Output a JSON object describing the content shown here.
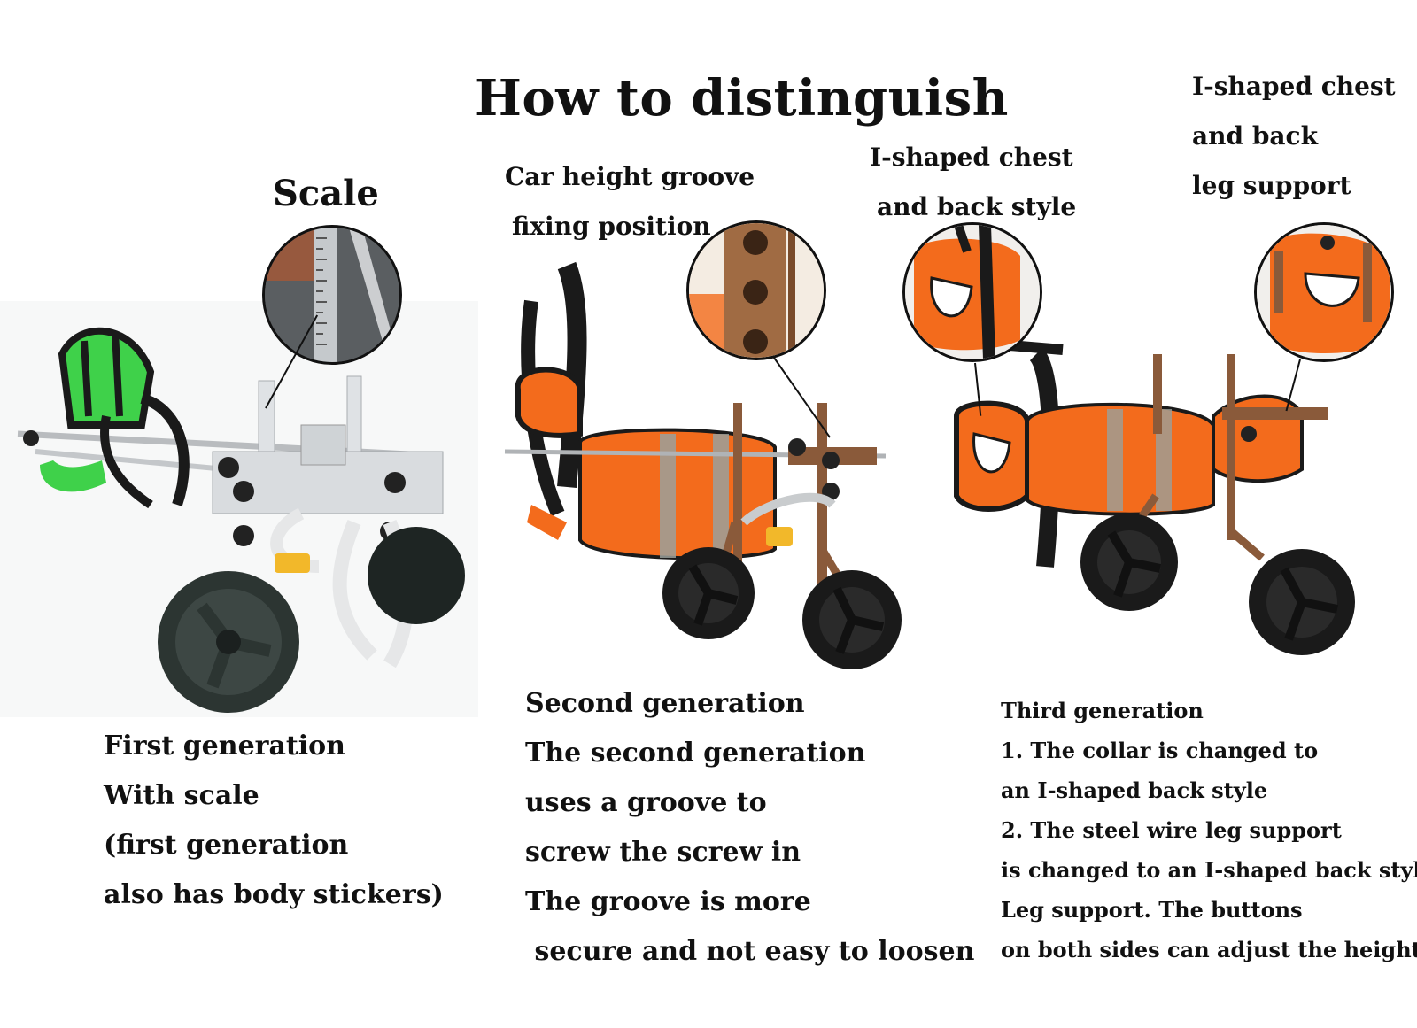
{
  "title": "How to distinguish",
  "scale_label": "Scale",
  "callouts": {
    "groove": [
      "Car height groove",
      "fixing position"
    ],
    "chest_back": [
      "I-shaped chest",
      "and back style"
    ],
    "leg_support": [
      "I-shaped chest",
      "and back",
      "leg support"
    ]
  },
  "first_generation": {
    "lines": [
      "First generation",
      "With scale",
      "(first generation",
      "also has body stickers)"
    ]
  },
  "second_generation": {
    "lines": [
      "Second generation",
      "The second generation",
      "uses a groove to",
      "screw the screw in",
      "The groove is more",
      " secure and not easy to loosen"
    ]
  },
  "third_generation": {
    "lines": [
      "Third generation",
      "1. The collar is changed to",
      "an I-shaped back style",
      "2. The steel wire leg support",
      "is changed to an I-shaped back style",
      "Leg support. The buttons",
      "on both sides can adjust the height"
    ]
  },
  "colors": {
    "text": "#111111",
    "harness_green": "#3fd14a",
    "vest_orange": "#f36b1c",
    "frame_silver": "#d9dcdf",
    "frame_bronze": "#8a5a3a",
    "wheel_dark": "#2c3532",
    "strap_black": "#1a1a1a"
  }
}
